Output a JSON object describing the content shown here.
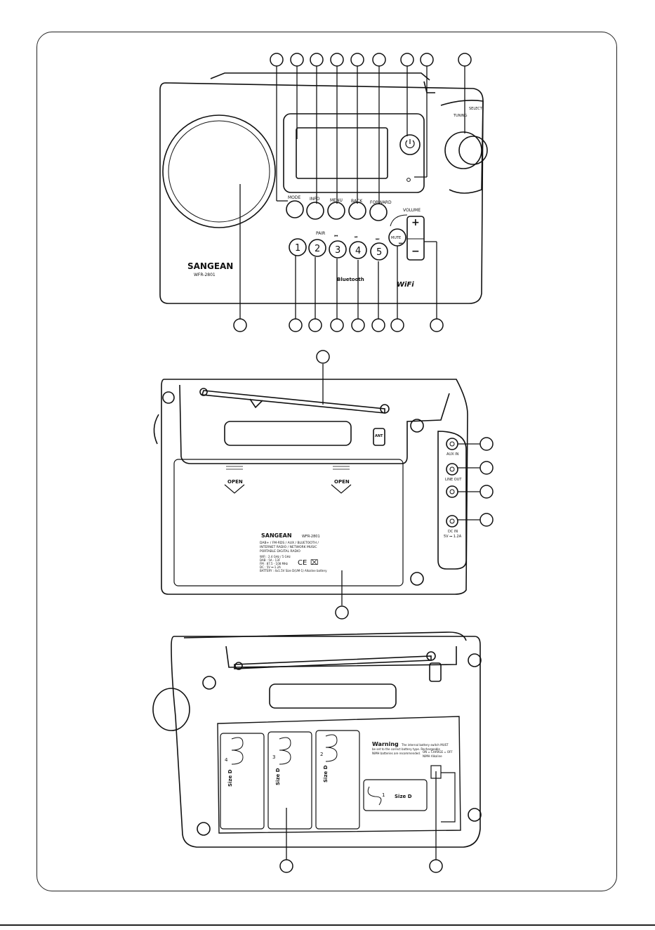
{
  "front": {
    "brand": "SANGEAN",
    "model": "WFR-2801",
    "buttons": {
      "mode": "MODE",
      "info": "INFO",
      "menu": "MENU",
      "back": "BACK",
      "forward": "FORWARD",
      "volume": "VOLUME",
      "mute": "MUTE",
      "pair": "PAIR",
      "tuning": "TUNING",
      "select": "SELECT"
    },
    "presets": [
      "1",
      "2",
      "3",
      "4",
      "5"
    ],
    "logos": {
      "bluetooth": "Bluetooth",
      "wifi": "WiFi"
    },
    "volume_plus": "+",
    "volume_minus": "−"
  },
  "back": {
    "jacks": [
      "AUX IN",
      "LINE OUT",
      "DC IN",
      "5V ⎓ 1.2A"
    ],
    "open_labels": [
      "OPEN",
      "OPEN"
    ],
    "ant": "ANT",
    "label_brand": "SANGEAN",
    "label_model": "WFR-2801",
    "label_lines": [
      "DAB+ / FM-RDS / AUX / BLUETOOTH /",
      "INTERNET RADIO / NETWORK MUSIC",
      "PORTABLE DIGITAL RADIO",
      "WiFi : 2.4 GHz / 5 GHz",
      "DAB : 5A - 13F",
      "FM : 87.5 - 108 MHz",
      "DC : 5V ⎓ 1.2A",
      "BATTERY : 4x1.5V Size D(UM-1) Alkaline battery"
    ]
  },
  "battery": {
    "size_labels": [
      "Size D",
      "Size D",
      "Size D",
      "Size D"
    ],
    "slot_numbers": [
      "4",
      "3",
      "2",
      "1"
    ],
    "warning_title": "Warning",
    "warning_text": [
      "The internal battery switch MUST",
      "be set to the correct battery type. Rechargeable",
      "NiMH batteries are recommended."
    ],
    "switch_labels": [
      "ON = CHARGE = OFF",
      "NiMH  Alkaline"
    ]
  }
}
